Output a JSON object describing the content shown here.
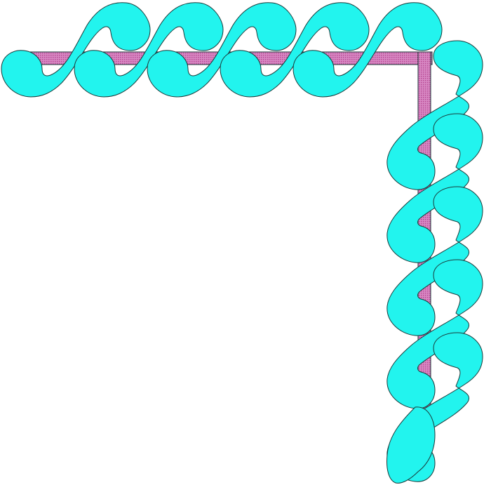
{
  "artwork": {
    "motif": "scroll-wave-corner-border",
    "colors": {
      "scroll_fill": "#22f4ee",
      "outline": "#1a3a3a",
      "bar_fill": "#d889c4",
      "bar_dot": "#b84a95",
      "background": "#ffffff"
    },
    "top_scroll_count": 5,
    "right_scroll_count": 5
  }
}
